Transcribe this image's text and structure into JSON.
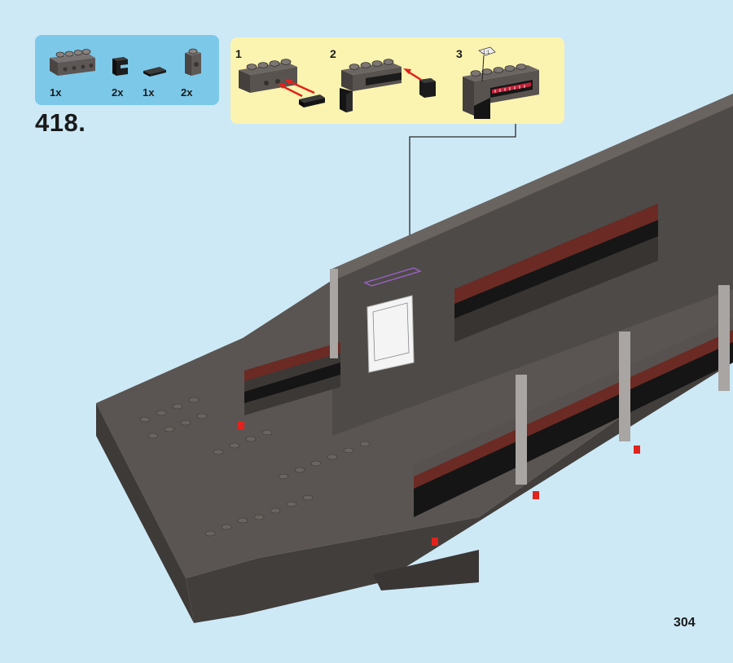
{
  "step": {
    "number": "418."
  },
  "parts": [
    {
      "qty": "1x",
      "icon": "brick-1x4-side-studs"
    },
    {
      "qty": "2x",
      "icon": "bracket-1x1"
    },
    {
      "qty": "1x",
      "icon": "tile-1x2"
    },
    {
      "qty": "2x",
      "icon": "brick-1x1-side-studs"
    }
  ],
  "substeps": [
    {
      "label": "1"
    },
    {
      "label": "2"
    },
    {
      "label": "3"
    }
  ],
  "page": {
    "number": "304"
  },
  "colors": {
    "background": "#cde9f6",
    "parts_box": "#7cc8e9",
    "substeps_box": "#fbf4b0",
    "brick_dark_gray": "#5a5550",
    "dark_red": "#7a2a22",
    "arrow_red": "#e0231c"
  }
}
